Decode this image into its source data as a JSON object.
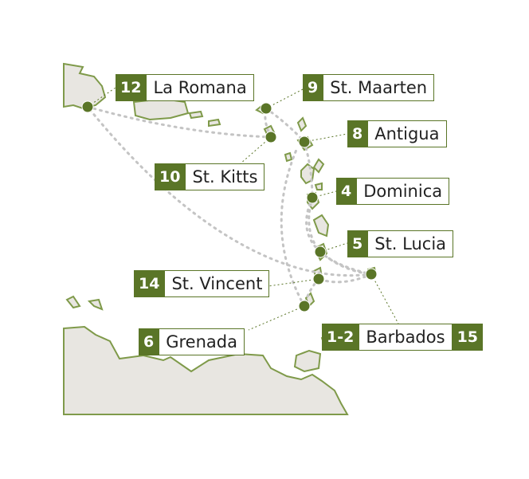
{
  "colors": {
    "accent": "#5a7527",
    "land": "#e8e6e1",
    "coast": "#7f9a4a",
    "route": "#c4c4c4"
  },
  "ports": [
    {
      "key": "la-romana",
      "num": "12",
      "name": "La Romana"
    },
    {
      "key": "st-maarten",
      "num": "9",
      "name": "St. Maarten"
    },
    {
      "key": "antigua",
      "num": "8",
      "name": "Antigua"
    },
    {
      "key": "st-kitts",
      "num": "10",
      "name": "St. Kitts"
    },
    {
      "key": "dominica",
      "num": "4",
      "name": "Dominica"
    },
    {
      "key": "st-lucia",
      "num": "5",
      "name": "St. Lucia"
    },
    {
      "key": "st-vincent",
      "num": "14",
      "name": "St. Vincent"
    },
    {
      "key": "grenada",
      "num": "6",
      "name": "Grenada"
    },
    {
      "key": "barbados",
      "num": "1-2",
      "name": "Barbados",
      "num2": "15"
    }
  ]
}
